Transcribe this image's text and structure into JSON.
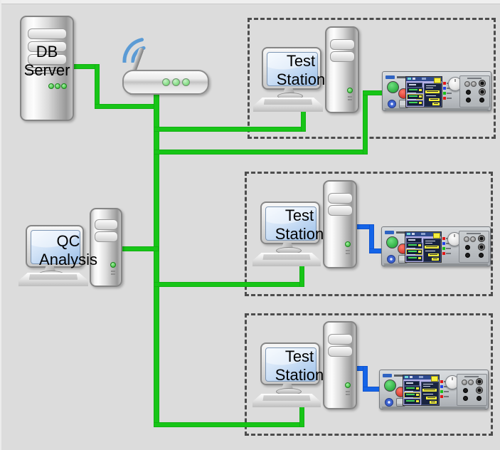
{
  "colors": {
    "background": "#dcdcdc",
    "network_link_green": "#17c517",
    "instrument_link_blue": "#1464e8",
    "group_border_dash": "#4d4d4d",
    "led_green": "#27ad27"
  },
  "nodes": {
    "db_server": {
      "label": "DB\nServer",
      "type": "database-server-tower",
      "led_count": 3
    },
    "router": {
      "type": "wireless-router",
      "led_count": 3
    },
    "qc": {
      "label": "QC\nAnalysis",
      "type": "analysis-workstation"
    },
    "stations": [
      {
        "label": "Test\nStation",
        "type": "test-workstation",
        "instrument": "electrical-safety-tester",
        "instrument_link": "green"
      },
      {
        "label": "Test\nStation",
        "type": "test-workstation",
        "instrument": "electrical-safety-tester",
        "instrument_link": "blue"
      },
      {
        "label": "Test\nStation",
        "type": "test-workstation",
        "instrument": "electrical-safety-tester",
        "instrument_link": "blue"
      }
    ]
  }
}
